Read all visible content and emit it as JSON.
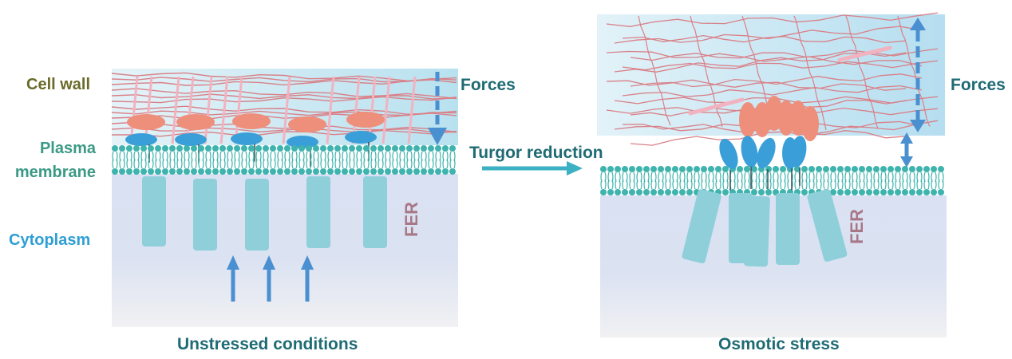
{
  "labels": {
    "cell_wall": "Cell wall",
    "plasma_membrane_line1": "Plasma",
    "plasma_membrane_line2": "membrane",
    "cytoplasm": "Cytoplasm",
    "forces_left": "Forces",
    "forces_right": "Forces",
    "turgor": "Turgor reduction",
    "fer_left": "FER",
    "fer_right": "FER",
    "caption_left": "Unstressed conditions",
    "caption_right": "Osmotic stress"
  },
  "colors": {
    "wall_bg": "#cfeaf3",
    "cytoplasm_bg": "#dbe2f2",
    "membrane": "#3fb3ad",
    "fiber": "#d98088",
    "pectin_rod": "#f2b3c0",
    "ecto_domain": "#ee8f7b",
    "receptor_blue": "#3a9fd8",
    "fer_kinase": "#8fcfda",
    "arrow_blue": "#4a90d0",
    "turgor_arrow": "#3db1c4"
  }
}
